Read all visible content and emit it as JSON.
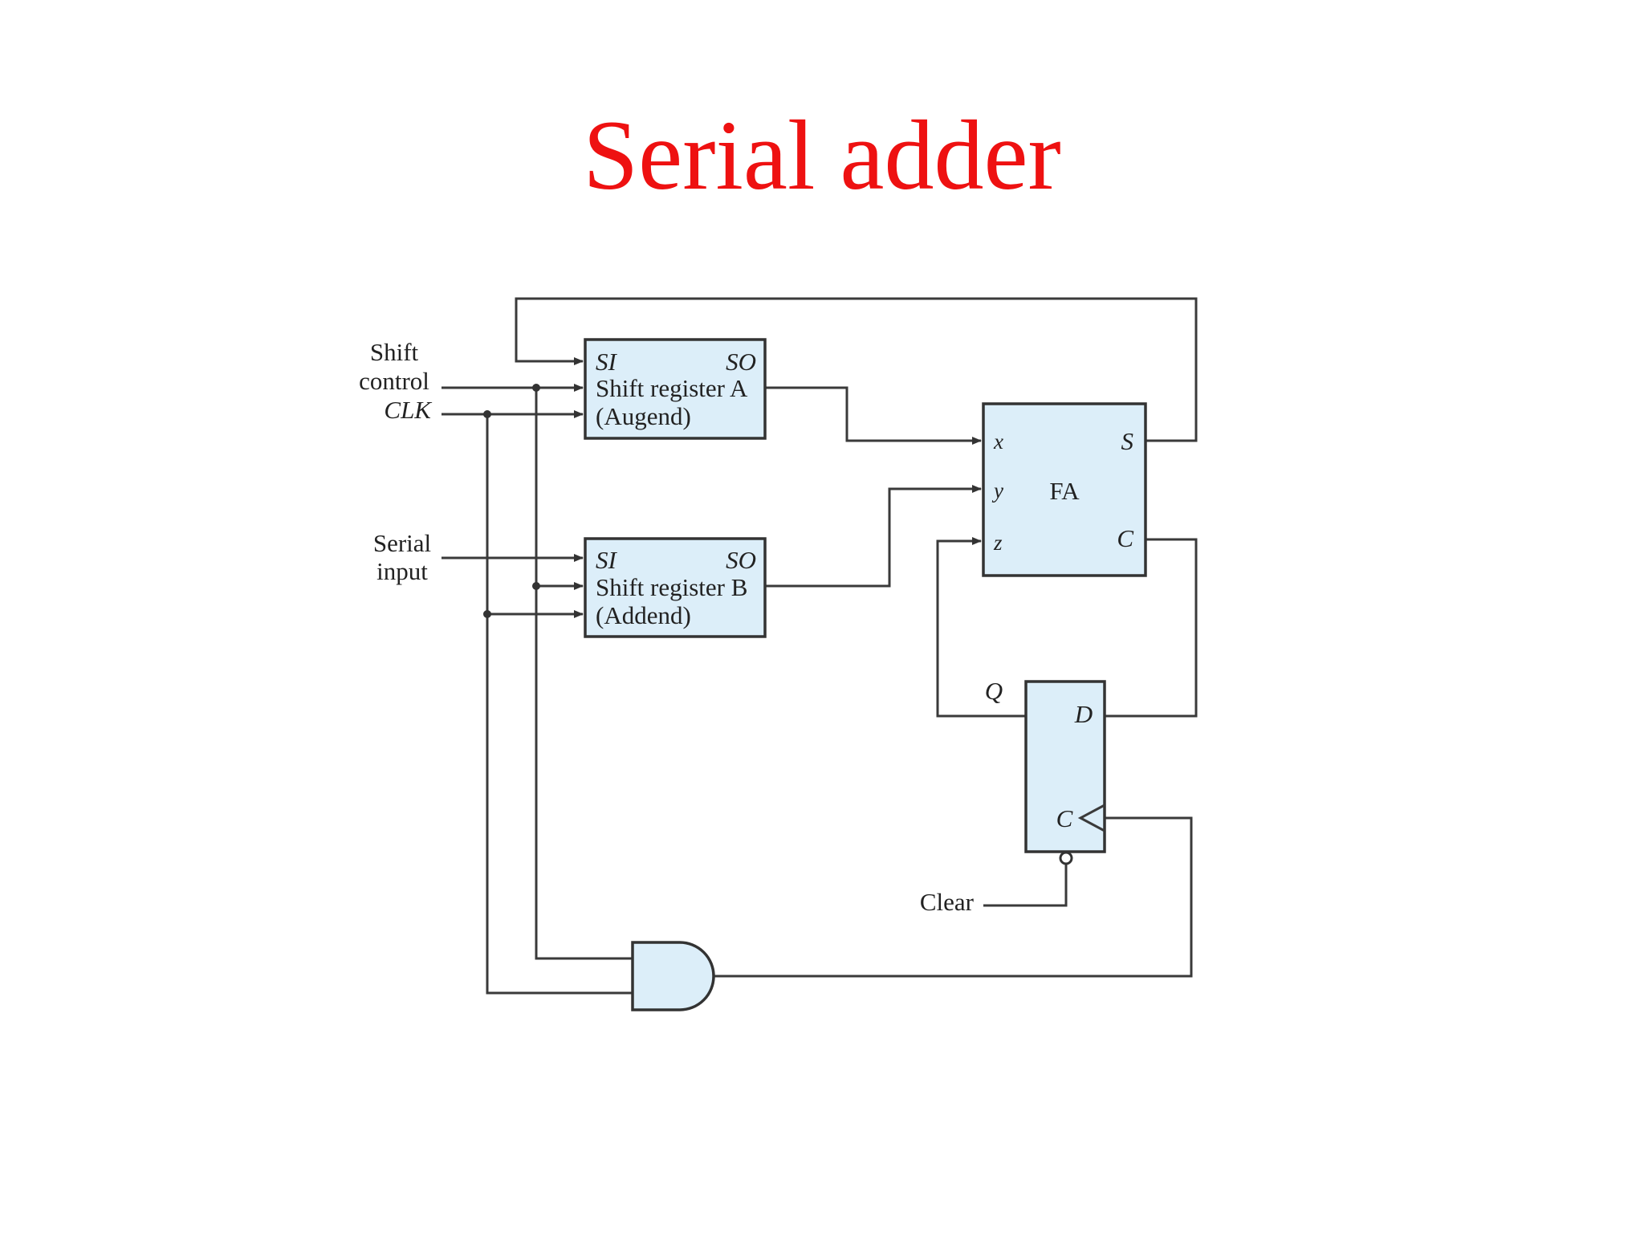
{
  "title": "Serial adder",
  "diagram": {
    "inputs": {
      "shift_control": [
        "Shift",
        "control"
      ],
      "clk": "CLK",
      "serial_input": [
        "Serial",
        "input"
      ],
      "clear": "Clear"
    },
    "register_a": {
      "si": "SI",
      "so": "SO",
      "name": "Shift register A",
      "role": "(Augend)"
    },
    "register_b": {
      "si": "SI",
      "so": "SO",
      "name": "Shift register B",
      "role": "(Addend)"
    },
    "full_adder": {
      "name": "FA",
      "x": "x",
      "y": "y",
      "z": "z",
      "s": "S",
      "c": "C"
    },
    "flip_flop": {
      "q": "Q",
      "d": "D",
      "clk": "C"
    }
  },
  "colors": {
    "title": "#ee1111",
    "block_fill": "#dceef9"
  }
}
